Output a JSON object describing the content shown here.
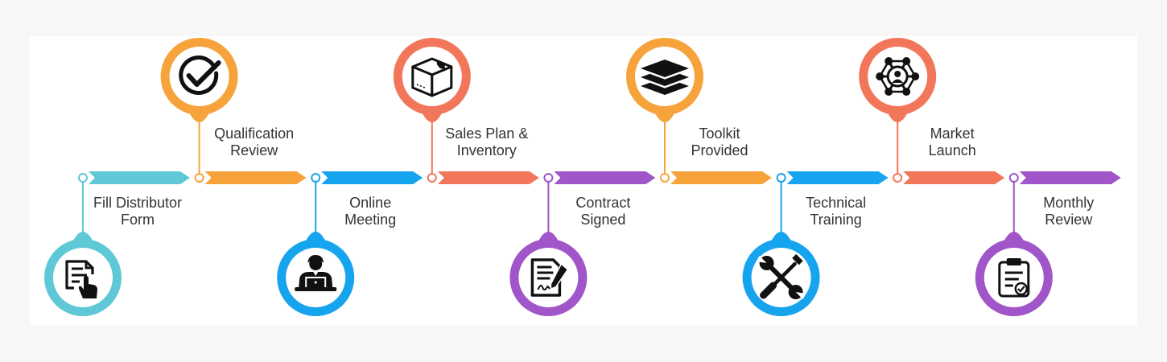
{
  "colors": {
    "teal": "#5ec8d6",
    "orange": "#f7a33c",
    "blue": "#17a4ee",
    "coral": "#f2765a",
    "purple": "#a055c9",
    "text": "#333333",
    "icon": "#111111"
  },
  "steps": [
    {
      "line1": "Fill Distributor",
      "line2": "Form",
      "color": "teal",
      "icon": "form-hand-icon",
      "side": "below"
    },
    {
      "line1": "Qualification",
      "line2": "Review",
      "color": "orange",
      "icon": "checkmark-icon",
      "side": "above"
    },
    {
      "line1": "Online",
      "line2": "Meeting",
      "color": "blue",
      "icon": "person-laptop-icon",
      "side": "below"
    },
    {
      "line1": "Sales Plan &",
      "line2": "Inventory",
      "color": "coral",
      "icon": "box-icon",
      "side": "above"
    },
    {
      "line1": "Contract",
      "line2": "Signed",
      "color": "purple",
      "icon": "contract-pen-icon",
      "side": "below"
    },
    {
      "line1": "Toolkit",
      "line2": "Provided",
      "color": "orange",
      "icon": "layers-icon",
      "side": "above"
    },
    {
      "line1": "Technical",
      "line2": "Training",
      "color": "blue",
      "icon": "tools-icon",
      "side": "below"
    },
    {
      "line1": "Market",
      "line2": "Launch",
      "color": "coral",
      "icon": "network-icon",
      "side": "above"
    },
    {
      "line1": "Monthly",
      "line2": "Review",
      "color": "purple",
      "icon": "clipboard-check-icon",
      "side": "below"
    }
  ]
}
